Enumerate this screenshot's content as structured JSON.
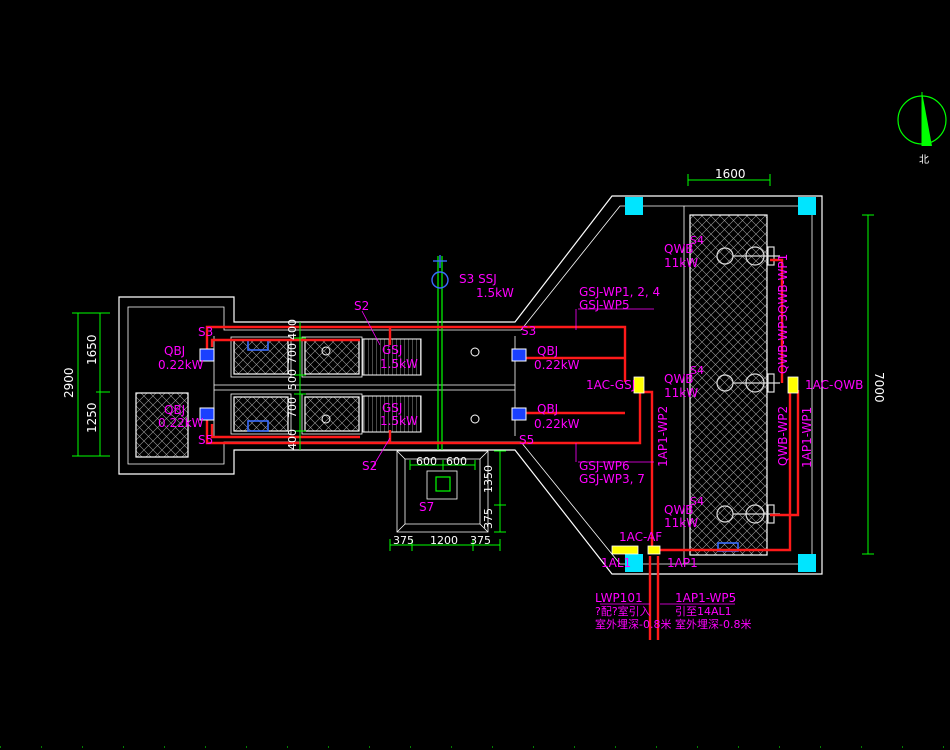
{
  "north_label": "北",
  "dimensions": {
    "d1600": "1600",
    "d7000": "7000",
    "d2900": "2900",
    "d1650": "1650",
    "d1250": "1250",
    "d400a": "400",
    "d700a": "700",
    "d500": "500",
    "d700b": "700",
    "d400b": "400",
    "d600a": "600",
    "d600b": "600",
    "d1350": "1350",
    "d375a": "375",
    "d1200": "1200",
    "d375b": "375",
    "d375c": "375"
  },
  "labels": {
    "s3_ssj": "S3  SSJ",
    "s3_ssj_kw": "1.5kW",
    "s2_top": "S2",
    "s2_bottom": "S2",
    "s3_left": "S3",
    "s3_right": "S3",
    "s5_left": "S5",
    "s5_right": "S5",
    "s7": "S7",
    "qbj_left_top": "QBJ",
    "qbj_left_top_kw": "0.22kW",
    "qbj_left_bottom": "QBJ",
    "qbj_left_bottom_kw": "0.22kW",
    "qbj_right_top": "QBJ",
    "qbj_right_top_kw": "0.22kW",
    "qbj_right_bottom": "QBJ",
    "qbj_right_bottom_kw": "0.22kW",
    "gsj_top": "GSJ",
    "gsj_top_kw": "1.5kW",
    "gsj_bottom": "GSJ",
    "gsj_bottom_kw": "1.5kW",
    "gsj_wp124": "GSJ-WP1, 2, 4",
    "gsj_wp5": "GSJ-WP5",
    "gsj_wp6": "GSJ-WP6",
    "gsj_wp37": "GSJ-WP3, 7",
    "panel_1ac_gsj": "1AC-GSJ",
    "panel_1ac_qwb": "1AC-QWB",
    "ap1_wp2": "1AP1-WP2",
    "ap1_wp1": "1AP1-WP1",
    "qwb_wp3_qwb_wp1": "QWB-WP3QWB-WP1",
    "qwb_wp2": "QWB-WP2",
    "qwb_top": "QWB",
    "qwb_top_kw": "11kW",
    "qwb_mid": "QWB",
    "qwb_mid_kw": "11kW",
    "qwb_bottom": "QWB",
    "qwb_bottom_kw": "11kW",
    "s4_top": "S4",
    "s4_mid": "S4",
    "s4_bottom": "S4",
    "panel_1ac_af": "1AC-AF",
    "panel_1al1": "1AL1",
    "panel_1ap1": "1AP1",
    "lwp101": "LWP101",
    "lwp101_note1": "?配?室引入",
    "lwp101_note2": "室外埋深-0.8米",
    "ap1_wp5": "1AP1-WP5",
    "ap1_wp5_note1": "引至14AL1",
    "ap1_wp5_note2": "室外埋深-0.8米"
  }
}
